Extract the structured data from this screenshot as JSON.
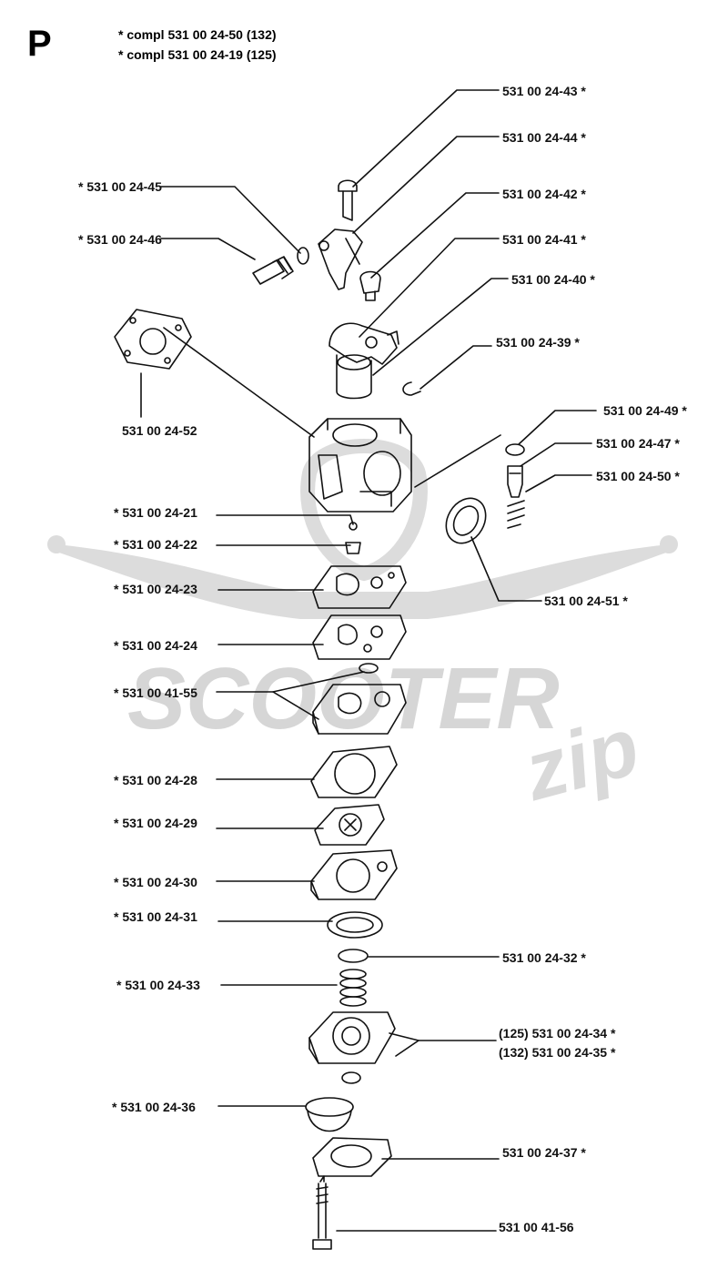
{
  "section_letter": "P",
  "complete_assemblies": [
    "*  compl 531 00 24-50 (132)",
    "*  compl 531 00 24-19 (125)"
  ],
  "watermark": {
    "brand": "SCOOTER",
    "sub": "zip"
  },
  "labels": {
    "p43": "531 00 24-43  *",
    "p44": "531 00 24-44  *",
    "p45": "*  531 00 24-45",
    "p42": "531 00 24-42  *",
    "p46": "*  531 00 24-46",
    "p41": "531 00 24-41  *",
    "p40": "531 00 24-40  *",
    "p39": "531 00 24-39  *",
    "p52": "531 00 24-52",
    "p49": "531 00 24-49  *",
    "p47": "531 00 24-47  *",
    "p50": "531 00 24-50  *",
    "p21": "*  531 00 24-21",
    "p22": "*  531 00 24-22",
    "p51": "531 00 24-51  *",
    "p23": "*  531 00 24-23",
    "p24": "*  531 00 24-24",
    "p4155": "*  531 00 41-55",
    "p28": "*  531 00 24-28",
    "p29": "*  531 00 24-29",
    "p30": "*  531 00 24-30",
    "p31": "*  531 00 24-31",
    "p32": "531 00 24-32  *",
    "p33": "*  531 00 24-33",
    "p34": "(125) 531 00 24-34  *",
    "p35": "(132) 531 00 24-35  *",
    "p36": "*  531 00 24-36",
    "p37": "531 00 24-37  *",
    "p4156": "531 00 41-56"
  },
  "colors": {
    "ink": "#111111",
    "watermark": "#d9d9d9",
    "paper": "#ffffff"
  }
}
